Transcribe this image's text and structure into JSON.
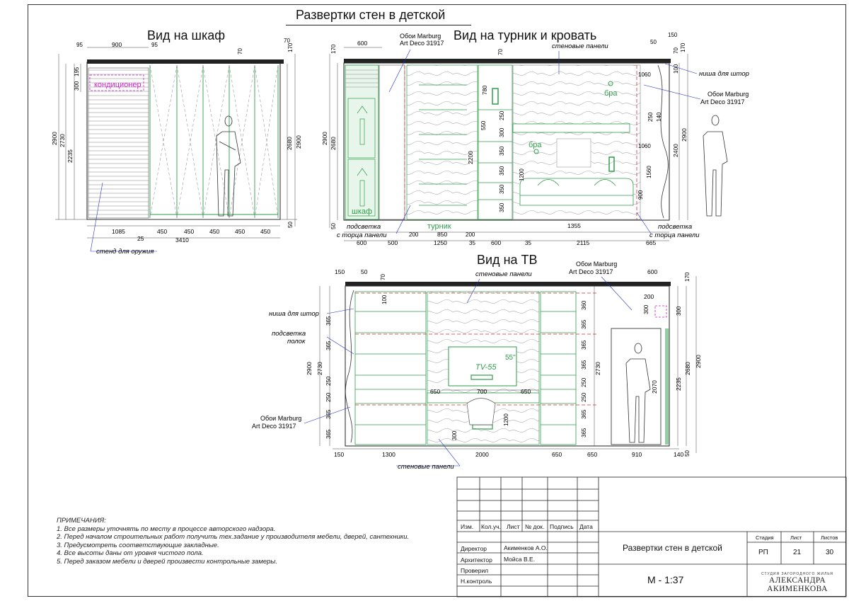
{
  "sheet_title": "Развертки стен в детской",
  "views": {
    "wardrobe": {
      "title": "Вид на шкаф",
      "labels": {
        "aircon": "кондиционер",
        "gun_stand": "стенд для оружия"
      },
      "dims_top": [
        "95",
        "900",
        "95",
        "70",
        "170"
      ],
      "dims_left": [
        "2900",
        "2730",
        "2235",
        "195",
        "300"
      ],
      "dims_right": [
        "2680",
        "2900",
        "70",
        "50"
      ],
      "dims_bottom": [
        "1085",
        "25",
        "450",
        "450",
        "450",
        "450",
        "450",
        "3410"
      ]
    },
    "bar_bed": {
      "title": "Вид на турник и кровать",
      "labels": {
        "wallpaper": "Обои Marburg\nArt Deco 31917",
        "wall_panels": "стеновые панели",
        "curtain_niche": "ниша для штор",
        "wallpaper_right": "Обои Marburg\nArt Deco 31917",
        "sconce1": "бра",
        "sconce2": "бра",
        "wardrobe": "шкаф",
        "bar": "турник",
        "light_left": "подсветка\nс торца панели",
        "light_right": "подсветка\nс торца панели"
      },
      "dims_top": [
        "600",
        "70",
        "50",
        "150",
        "170",
        "100"
      ],
      "dims_left": [
        "170",
        "2900",
        "2680",
        "50"
      ],
      "dims_mid": [
        "780",
        "550",
        "300",
        "250",
        "350",
        "350",
        "350",
        "350",
        "2200",
        "1200",
        "1060",
        "1060",
        "250",
        "140",
        "1560",
        "900"
      ],
      "dims_right": [
        "70",
        "2900",
        "2400"
      ],
      "dims_bottom": [
        "600",
        "500",
        "200",
        "850",
        "200",
        "1250",
        "35",
        "600",
        "35",
        "2115",
        "1355",
        "665"
      ]
    },
    "tv": {
      "title": "Вид на ТВ",
      "labels": {
        "wall_panels_top": "стеновые панели",
        "wallpaper_top": "Обои Marburg\nArt Deco 31917",
        "curtain_niche": "ниша для штор",
        "shelf_light": "подсветка\nполок",
        "wallpaper_left": "Обои Marburg\nArt Deco 31917",
        "wall_panels_bottom": "стеновые панели",
        "tv": "TV-55",
        "tv_size": "55\""
      },
      "dims_top": [
        "150",
        "50",
        "70",
        "600",
        "200",
        "300",
        "170"
      ],
      "dims_left": [
        "2900",
        "2730",
        "365",
        "365",
        "250",
        "250",
        "365",
        "365",
        "100"
      ],
      "dims_mid": [
        "360",
        "365",
        "365",
        "365",
        "250",
        "250",
        "365",
        "365",
        "650",
        "700",
        "650",
        "1200",
        "300",
        "2730"
      ],
      "dims_right": [
        "2070",
        "2235",
        "2680",
        "2900",
        "300"
      ],
      "dims_bottom": [
        "150",
        "1300",
        "2000",
        "650",
        "650",
        "910",
        "140",
        "50"
      ]
    }
  },
  "notes": {
    "heading": "ПРИМЕЧАНИЯ:",
    "items": [
      "1. Все размеры уточнять по месту в процессе авторского надзора.",
      "2. Перед началом строительных работ получить тех.задание у производителя мебели, дверей, сантехники.",
      "3. Предусмотреть соответствующие закладные.",
      "4. Все высоты даны от уровня чистого пола.",
      "5. Перед заказом мебели и дверей произвести контрольные замеры."
    ]
  },
  "stamp": {
    "headers": [
      "Изм.",
      "Кол.уч.",
      "Лист",
      "№ док.",
      "Подпись",
      "Дата"
    ],
    "roles": [
      {
        "role": "Директор",
        "name": "Акименков А.О."
      },
      {
        "role": "Архитектор",
        "name": "Мойса В.Е."
      },
      {
        "role": "Проверил",
        "name": ""
      },
      {
        "role": "Н.контроль",
        "name": ""
      }
    ],
    "title": "Развертки стен в детской",
    "scale": "М - 1:37",
    "stage_label": "Стадия",
    "sheet_label": "Лист",
    "sheets_label": "Листов",
    "stage": "РП",
    "sheet": "21",
    "sheets": "30",
    "logo_small": "СТУДИЯ ЗАГОРОДНОГО ЖИЛЬЯ",
    "logo_big": "АЛЕКСАНДРА АКИМЕНКОВА"
  },
  "colors": {
    "line": "#1a1a1a",
    "green": "#2e9e4a",
    "magenta": "#d020d0",
    "red": "#d03030",
    "blue": "#2030c0"
  }
}
